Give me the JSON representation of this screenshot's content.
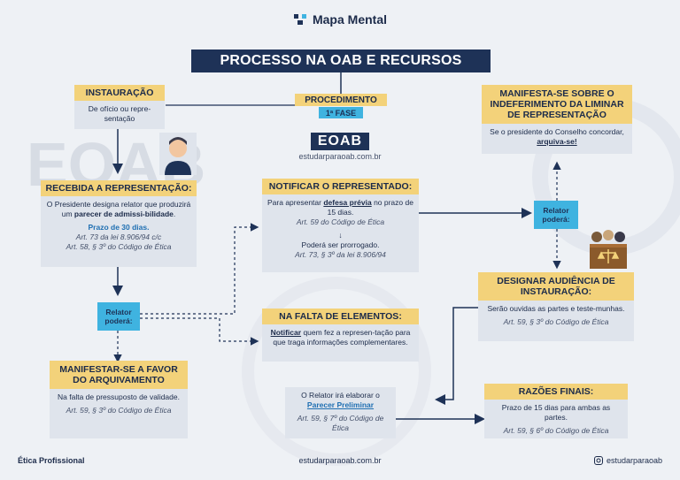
{
  "header": {
    "title": "Mapa Mental"
  },
  "main_title": "PROCESSO NA OAB E RECURSOS",
  "procedimento": {
    "label": "PROCEDIMENTO",
    "sub": "1ª FASE"
  },
  "brand": {
    "logo": "EOAB",
    "site": "estudarparaoab.com.br"
  },
  "instauracao": {
    "title": "INSTAURAÇÃO",
    "text": "De ofício ou repre-sentação"
  },
  "recebida": {
    "title": "RECEBIDA A REPRESENTAÇÃO:",
    "text_a": "O Presidente designa relator que produzirá um",
    "text_b": "parecer de admissi-bilidade",
    "text_c": ".",
    "prazo": "Prazo de 30 dias.",
    "ref1": "Art. 73 da lei 8.906/94 c/c",
    "ref2": "Art. 58, § 3º do Código de Ética"
  },
  "relator_left": "Relator poderá:",
  "relator_right": "Relator poderá:",
  "arquivamento": {
    "title": "MANIFESTAR-SE A FAVOR DO ARQUIVAMENTO",
    "text": "Na falta de pressuposto de validade.",
    "ref": "Art. 59, § 3º do Código de Ética"
  },
  "notificar": {
    "title": "NOTIFICAR O REPRESENTADO:",
    "text_a": "Para apresentar",
    "text_b": "defesa prévia",
    "text_c": "no prazo de 15 dias.",
    "ref1": "Art. 59 do Código de Ética",
    "text2": "Poderá ser prorrogado.",
    "ref2": "Art. 73, § 3º da lei 8.906/94"
  },
  "falta": {
    "title": "NA FALTA DE ELEMENTOS:",
    "text_a": "Notificar",
    "text_b": "quem fez a represen-tação para que traga informações complementares."
  },
  "parecer": {
    "text_a": "O Relator irá elaborar o",
    "text_b": "Parecer Preliminar",
    "ref": "Art. 59, § 7º do Código de Ética"
  },
  "indeferimento": {
    "title": "MANIFESTA-SE SOBRE O INDEFERIMENTO DA LIMINAR DE REPRESENTAÇÃO",
    "text_a": "Se o presidente do Conselho concordar,",
    "text_b": "arquiva-se!"
  },
  "audiencia": {
    "title": "DESIGNAR AUDIÊNCIA DE INSTAURAÇÃO:",
    "text": "Serão ouvidas as partes e teste-munhas.",
    "ref": "Art. 59, § 3º do Código de Ética"
  },
  "razoes": {
    "title": "RAZÕES FINAIS:",
    "text": "Prazo de 15 dias para ambas as partes.",
    "ref": "Art. 59, § 6º do Código de Ética"
  },
  "footer": {
    "left": "Ética Profissional",
    "center": "estudarparaoab.com.br",
    "right": "estudarparaoab"
  },
  "colors": {
    "navy": "#1e3257",
    "yellow": "#f3d27a",
    "box": "#dfe4ec",
    "cyan": "#3fb3e0",
    "blue_text": "#1f6fb2"
  }
}
